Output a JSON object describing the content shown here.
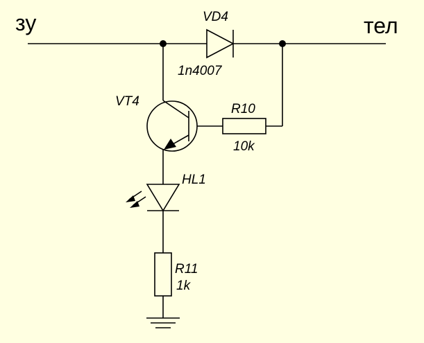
{
  "diagram": {
    "background_color": "#ffffe1",
    "line_color": "#000000",
    "labels": {
      "left_terminal": "зу",
      "right_terminal": "тел",
      "diode_ref": "VD4",
      "diode_part": "1n4007",
      "transistor_ref": "VT4",
      "r10_ref": "R10",
      "r10_value": "10k",
      "led_ref": "HL1",
      "r11_ref": "R11",
      "r11_value": "1k"
    },
    "symbols": {
      "left_terminal": "terminal",
      "right_terminal": "terminal",
      "diode": "diode-icon",
      "transistor": "pnp-transistor-icon",
      "r10": "resistor-icon",
      "led": "led-icon",
      "r11": "resistor-icon",
      "ground": "ground-icon",
      "junctions": "junction-dot-icon"
    }
  }
}
